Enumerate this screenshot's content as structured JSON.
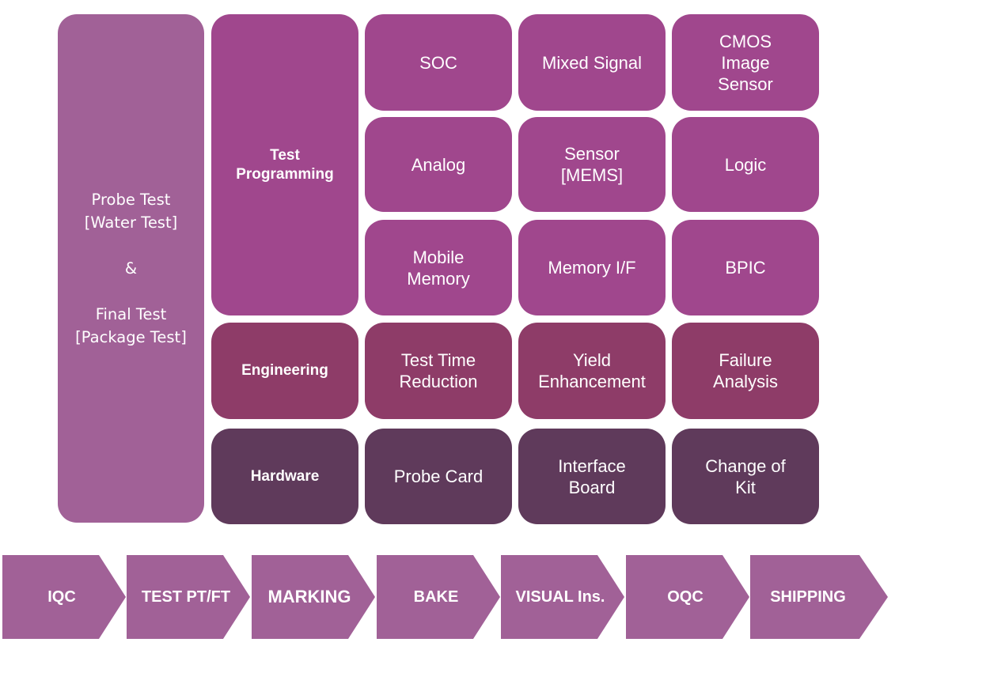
{
  "left_panel": {
    "text": "Probe Test\n[Water Test]\n\n&\n\nFinal Test\n[Package Test]"
  },
  "rows": {
    "programming": {
      "label": "Test\nProgramming",
      "cells": [
        "SOC",
        "Mixed Signal",
        "CMOS\nImage\nSensor",
        "Analog",
        "Sensor\n[MEMS]",
        "Logic",
        "Mobile\nMemory",
        "Memory I/F",
        "BPIC"
      ]
    },
    "engineering": {
      "label": "Engineering",
      "cells": [
        "Test Time\nReduction",
        "Yield\nEnhancement",
        "Failure\nAnalysis"
      ]
    },
    "hardware": {
      "label": "Hardware",
      "cells": [
        "Probe Card",
        "Interface\nBoard",
        "Change of\nKit"
      ]
    }
  },
  "process_flow": [
    "IQC",
    "TEST PT/FT",
    "MARKING",
    "BAKE",
    "VISUAL Ins.",
    "OQC",
    "SHIPPING"
  ],
  "colors": {
    "left_panel": "#a16197",
    "programming": "#a0478d",
    "engineering": "#8e3c68",
    "hardware": "#5f3a5b",
    "arrow": "#a16197"
  }
}
